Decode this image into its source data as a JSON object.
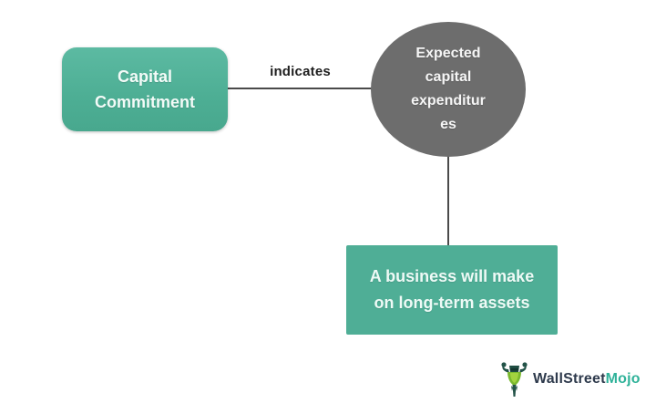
{
  "diagram": {
    "node_capital_commitment": {
      "lines": {
        "0": "Capital",
        "1": "Commitment"
      },
      "shape": "rounded-rectangle",
      "fill": "#4dae94"
    },
    "edge": {
      "label": "indicates"
    },
    "node_expected_capex": {
      "lines": {
        "0": "Expected",
        "1": "capital",
        "2": "expenditur",
        "3": "es"
      },
      "shape": "ellipse",
      "fill": "#6d6d6d"
    },
    "node_long_term_assets": {
      "lines": {
        "0": "A business will make",
        "1": "on long-term assets"
      },
      "shape": "rectangle",
      "fill": "#4fae96"
    },
    "connector_color": "#4a4a4a"
  },
  "branding": {
    "icon": "bull-icon",
    "name_primary": "WallStreet",
    "name_secondary": "Mojo",
    "color_primary": "#2e3a4c",
    "color_secondary": "#2fb299"
  }
}
